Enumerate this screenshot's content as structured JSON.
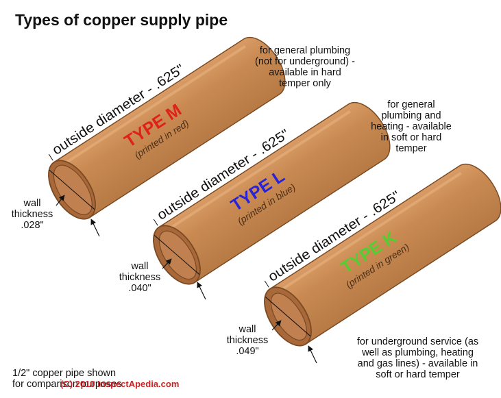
{
  "title": "Types of copper supply pipe",
  "colors": {
    "pipe_body": "#c98a52",
    "pipe_edge": "#7a4a22",
    "pipe_inner": "#a8683a",
    "type_m": "#e0201a",
    "type_l": "#2a22d8",
    "type_k": "#55cc33"
  },
  "pipes": [
    {
      "diameter_label": "outside diameter - .625\"",
      "type_label": "TYPE M",
      "printed_note": "(printed in red)",
      "wall_label": [
        "wall",
        "thickness",
        ".028\""
      ],
      "use_note": [
        "for general plumbing",
        "(not for underground) -",
        "available in hard",
        "temper only"
      ]
    },
    {
      "diameter_label": "outside diameter - .625\"",
      "type_label": "TYPE L",
      "printed_note": "(printed in blue)",
      "wall_label": [
        "wall",
        "thickness",
        ".040\""
      ],
      "use_note": [
        "for general",
        "plumbing and",
        "heating - available",
        "in soft or hard",
        "temper"
      ]
    },
    {
      "diameter_label": "outside diameter - .625\"",
      "type_label": "TYPE K",
      "printed_note": "(printed in green)",
      "wall_label": [
        "wall",
        "thickness",
        ".049\""
      ],
      "use_note": [
        "for underground service (as",
        "well as plumbing, heating",
        "and gas lines) - available in",
        "soft or hard temper"
      ]
    }
  ],
  "footnote": [
    "1/2\" copper pipe shown",
    "for comparison purposes"
  ],
  "copyright": "(C) 2010 InspectApedia.com"
}
